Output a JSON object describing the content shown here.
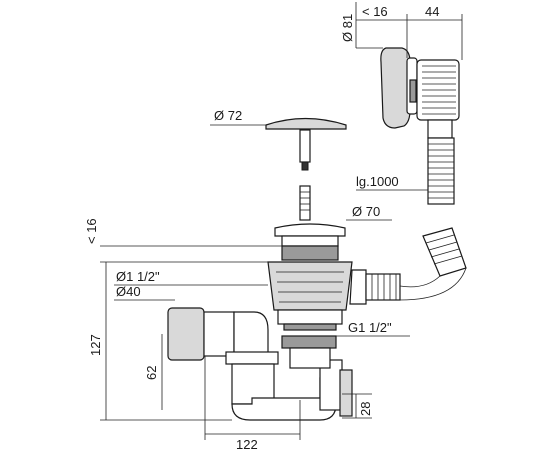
{
  "dimensions": {
    "overflow_diameter": "Ø 81",
    "overflow_depth": "< 16",
    "overflow_width": "44",
    "plug_diameter": "Ø 72",
    "hose_length": "lg.1000",
    "waste_diameter": "Ø 70",
    "rim_thickness": "< 16",
    "thread_size": "Ø1 1/2\"",
    "outlet_diameter": "Ø40",
    "total_height": "127",
    "outlet_height": "62",
    "connector_thread": "G1 1/2\"",
    "outlet_offset": "28",
    "horizontal_spacing": "122"
  },
  "colors": {
    "line": "#1a1a1a",
    "light_fill": "#d9d9d9",
    "dark_fill": "#9a9a9a"
  }
}
